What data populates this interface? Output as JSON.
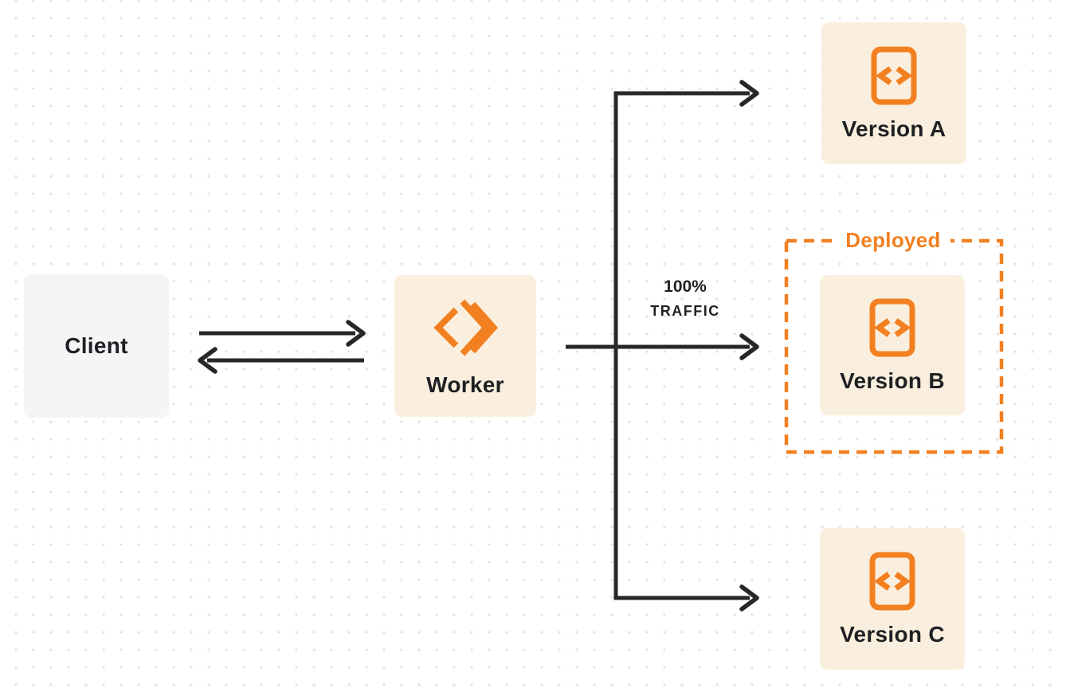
{
  "diagram": {
    "colors": {
      "accent_orange": "#f28021",
      "node_cream": "#faefde",
      "client_gray": "#f4f5f6",
      "connector_dark": "#272727",
      "text_dark": "#1f2023",
      "background_dot": "#e2e2e2"
    },
    "nodes": {
      "client": {
        "label": "Client"
      },
      "worker": {
        "label": "Worker",
        "icon": "cloudflare-workers-logo-icon"
      },
      "version_a": {
        "label": "Version A",
        "icon": "code-page-icon"
      },
      "version_b": {
        "label": "Version B",
        "icon": "code-page-icon"
      },
      "version_c": {
        "label": "Version C",
        "icon": "code-page-icon"
      }
    },
    "edge_labels": {
      "traffic_percent": "100%",
      "traffic_word": "TRAFFIC"
    },
    "group_box": {
      "label": "Deployed"
    }
  }
}
